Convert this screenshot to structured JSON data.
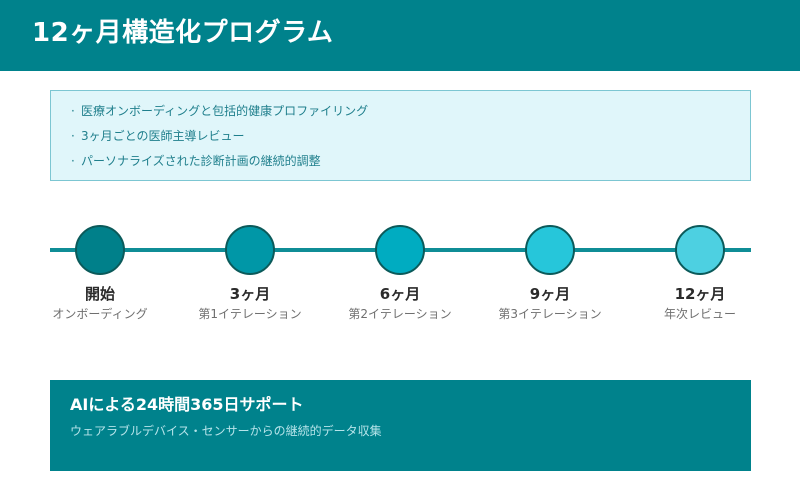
{
  "header": {
    "title": "12ヶ月構造化プログラム",
    "background": "#00828c"
  },
  "features": {
    "bullet": "·",
    "items": [
      "医療オンボーディングと包括的健康プロファイリング",
      "3ヶ月ごとの医師主導レビュー",
      "パーソナライズされた診断計画の継続的調整"
    ]
  },
  "timeline": {
    "line_color": "#0f8d96",
    "milestones": [
      {
        "title": "開始",
        "subtitle": "オンボーディング",
        "color": "#00808a"
      },
      {
        "title": "3ヶ月",
        "subtitle": "第1イテレーション",
        "color": "#0097a7"
      },
      {
        "title": "6ヶ月",
        "subtitle": "第2イテレーション",
        "color": "#00acc1"
      },
      {
        "title": "9ヶ月",
        "subtitle": "第3イテレーション",
        "color": "#26c6da"
      },
      {
        "title": "12ヶ月",
        "subtitle": "年次レビュー",
        "color": "#4dd0e1"
      }
    ]
  },
  "support": {
    "title": "AIによる24時間365日サポート",
    "subtitle": "ウェアラブルデバイス・センサーからの継続的データ収集"
  }
}
